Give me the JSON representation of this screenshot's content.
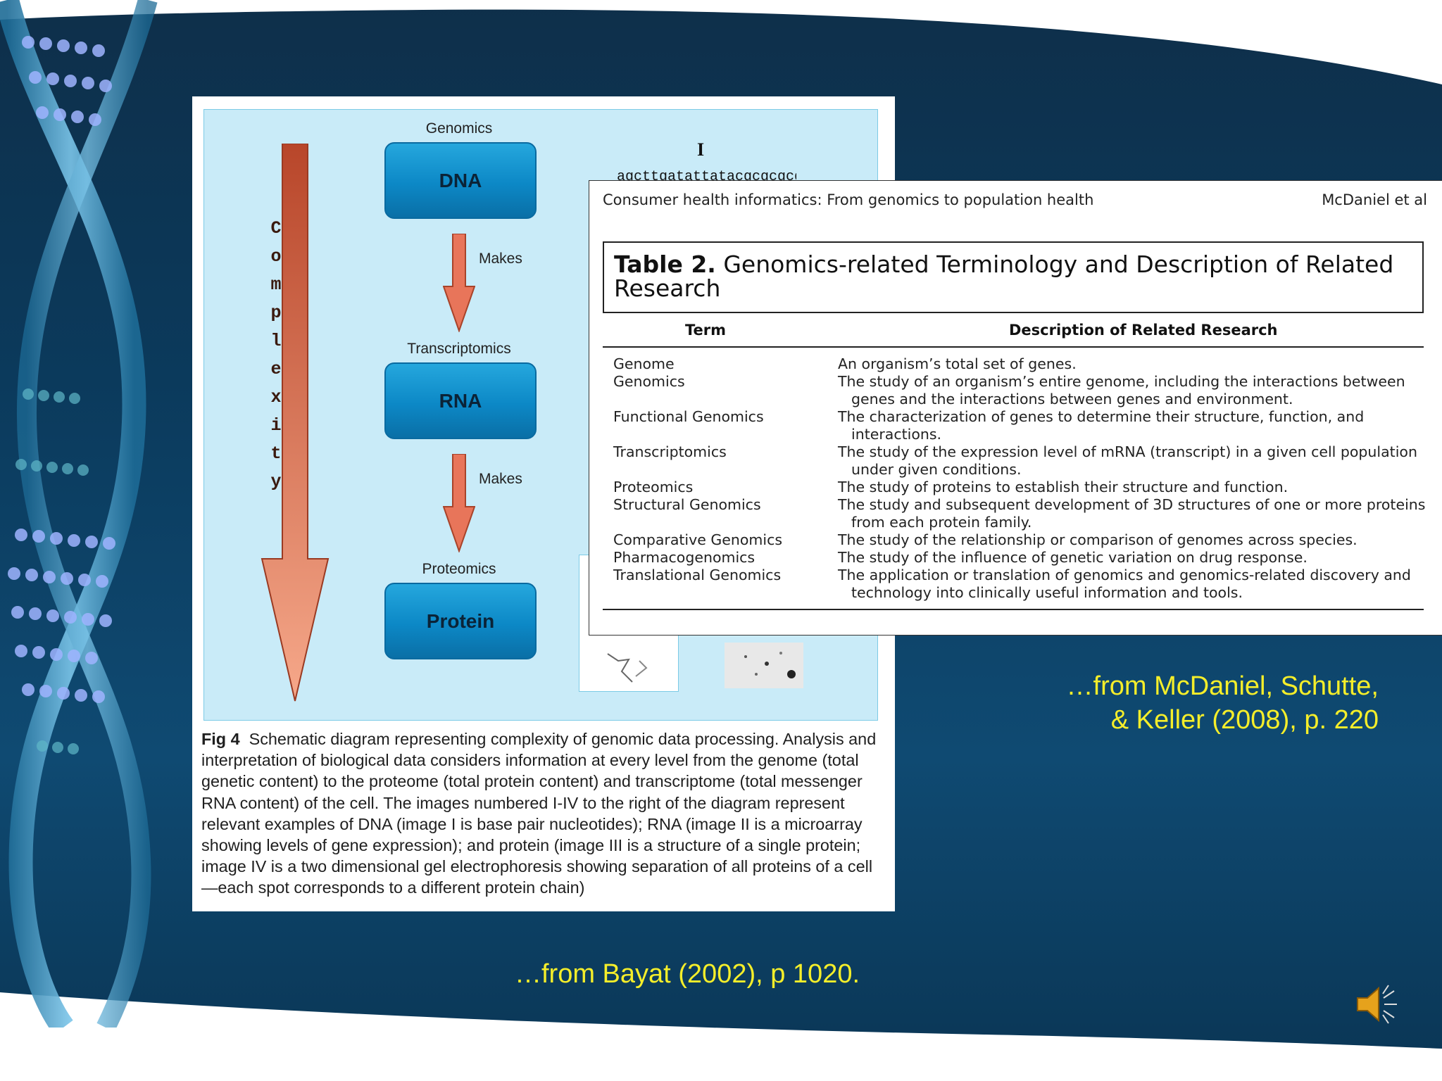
{
  "figure": {
    "level_labels": [
      "Genomics",
      "Transcriptomics",
      "Proteomics"
    ],
    "boxes": [
      "DNA",
      "RNA",
      "Protein"
    ],
    "arrow_labels": [
      "Makes",
      "Makes"
    ],
    "complexity_letters": [
      "C",
      "o",
      "m",
      "p",
      "l",
      "e",
      "x",
      "i",
      "t",
      "y"
    ],
    "image_marker": "I",
    "dna_sequence": "agcttgatattatacgcgcgcga",
    "caption_label": "Fig 4",
    "caption_text": "Schematic diagram representing complexity of genomic data processing. Analysis and interpretation of biological data considers information at every level from the genome (total genetic content) to the proteome (total protein content) and transcriptome (total messenger RNA content) of the cell. The images numbered I-IV to the right of the diagram represent relevant examples of DNA (image I is base pair nucleotides); RNA (image II is a microarray showing levels of gene expression); and protein (image III is a structure of a single protein; image IV is a two dimensional gel electrophoresis showing separation of all proteins of a cell—each spot corresponds to a different protein chain)"
  },
  "table": {
    "running_header_left": "Consumer health informatics: From genomics to population health",
    "running_header_right": "McDaniel et al",
    "title_label": "Table 2.",
    "title_text": "Genomics-related Terminology and Description of Related Research",
    "columns": [
      "Term",
      "Description of Related Research"
    ],
    "rows": [
      {
        "term": "Genome",
        "desc": "An organism’s total set of genes."
      },
      {
        "term": "Genomics",
        "desc": "The study of an organism’s entire genome, including the interactions between genes and the interactions between genes and environment."
      },
      {
        "term": "Functional Genomics",
        "desc": "The characterization of genes to determine their structure, function, and interactions."
      },
      {
        "term": "Transcriptomics",
        "desc": "The study of the expression level of mRNA (transcript) in a given cell population under given conditions."
      },
      {
        "term": "Proteomics",
        "desc": "The study of proteins to establish their structure and function."
      },
      {
        "term": "Structural Genomics",
        "desc": "The study and subsequent development of 3D structures of one or more proteins from each protein family."
      },
      {
        "term": "Comparative Genomics",
        "desc": "The study of the relationship or comparison of genomes across species."
      },
      {
        "term": "Pharmacogenomics",
        "desc": "The study of the influence of genetic variation on drug response."
      },
      {
        "term": "Translational Genomics",
        "desc": "The application or translation of genomics and genomics-related discovery and technology into clinically useful information and tools."
      }
    ]
  },
  "credits": {
    "mcdaniel_line1": "…from McDaniel, Schutte,",
    "mcdaniel_line2": "& Keller (2008), p. 220",
    "bayat": "…from Bayat (2002), p 1020."
  },
  "icons": {
    "audio": "speaker-icon"
  },
  "colors": {
    "credit_text": "#f5ee2a",
    "box_blue": "#0c88c6",
    "arrow_orange": "#e8755a"
  }
}
